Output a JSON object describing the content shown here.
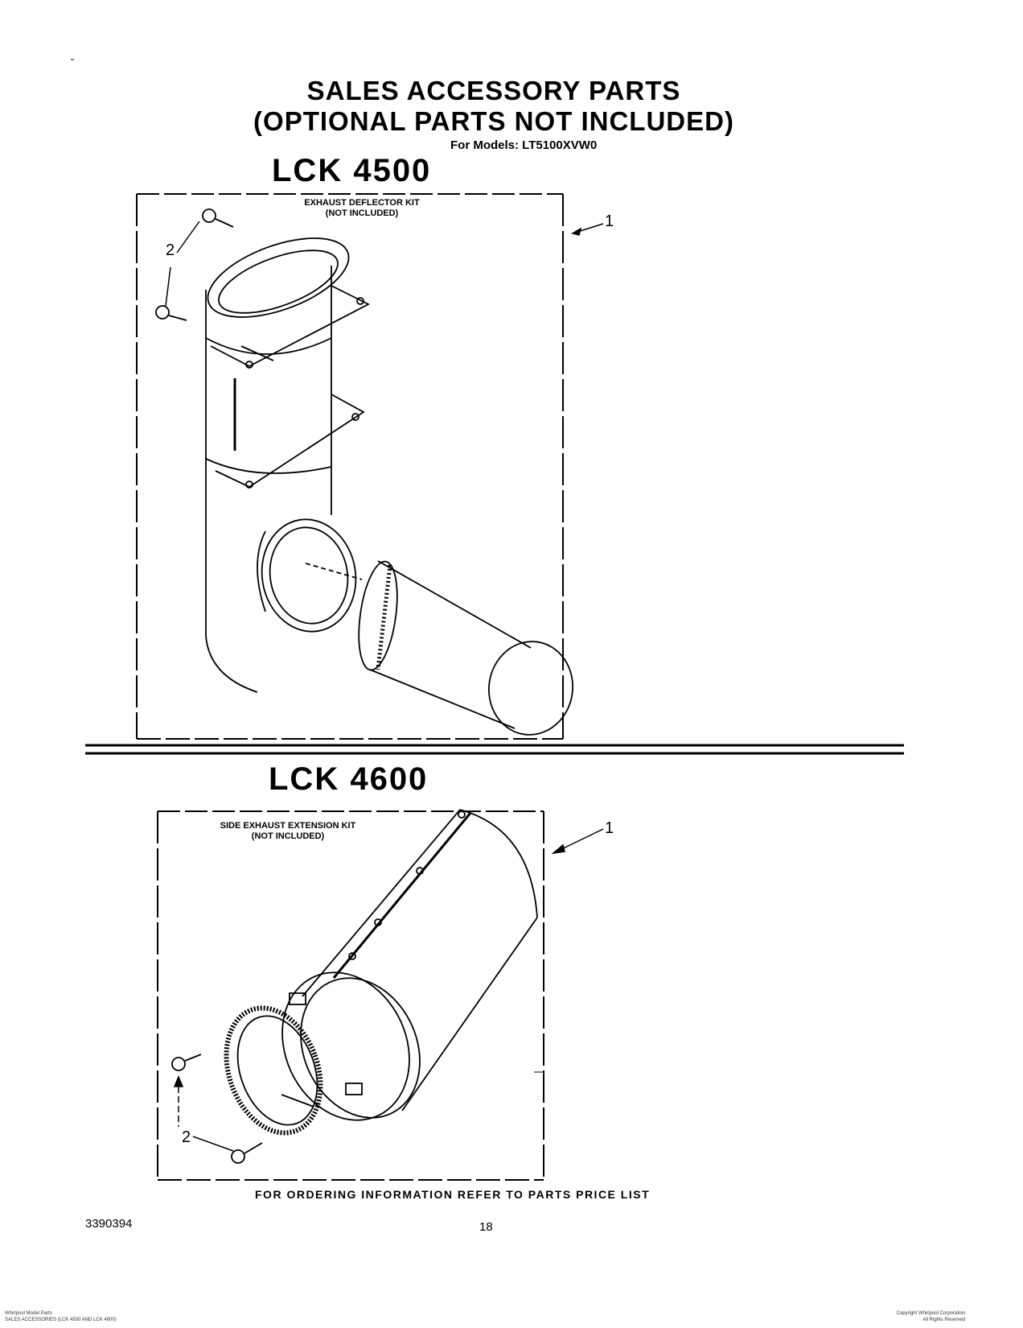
{
  "header": {
    "title_line1": "SALES ACCESSORY PARTS",
    "title_line2": "(OPTIONAL PARTS NOT INCLUDED)",
    "models": "For Models: LT5100XVW0"
  },
  "sections": [
    {
      "code": "LCK 4500",
      "kit_line1": "EXHAUST DEFLECTOR KIT",
      "kit_line2": "(NOT INCLUDED)",
      "callout_kit": "1",
      "callout_screws": "2"
    },
    {
      "code": "LCK 4600",
      "kit_line1": "SIDE EXHAUST EXTENSION KIT",
      "kit_line2": "(NOT INCLUDED)",
      "callout_kit": "1",
      "callout_screws": "2"
    }
  ],
  "footer": {
    "ordering_note": "FOR ORDERING INFORMATION REFER TO PARTS PRICE LIST",
    "document_number": "3390394",
    "page_number": "18",
    "fine_left_1": "Whirlpool Model Parts",
    "fine_left_2": "SALES ACCESSORIES (LCK 4500 AND LCK 4600)",
    "fine_right_1": "Copyright Whirlpool Corporation",
    "fine_right_2": "All Rights Reserved"
  }
}
